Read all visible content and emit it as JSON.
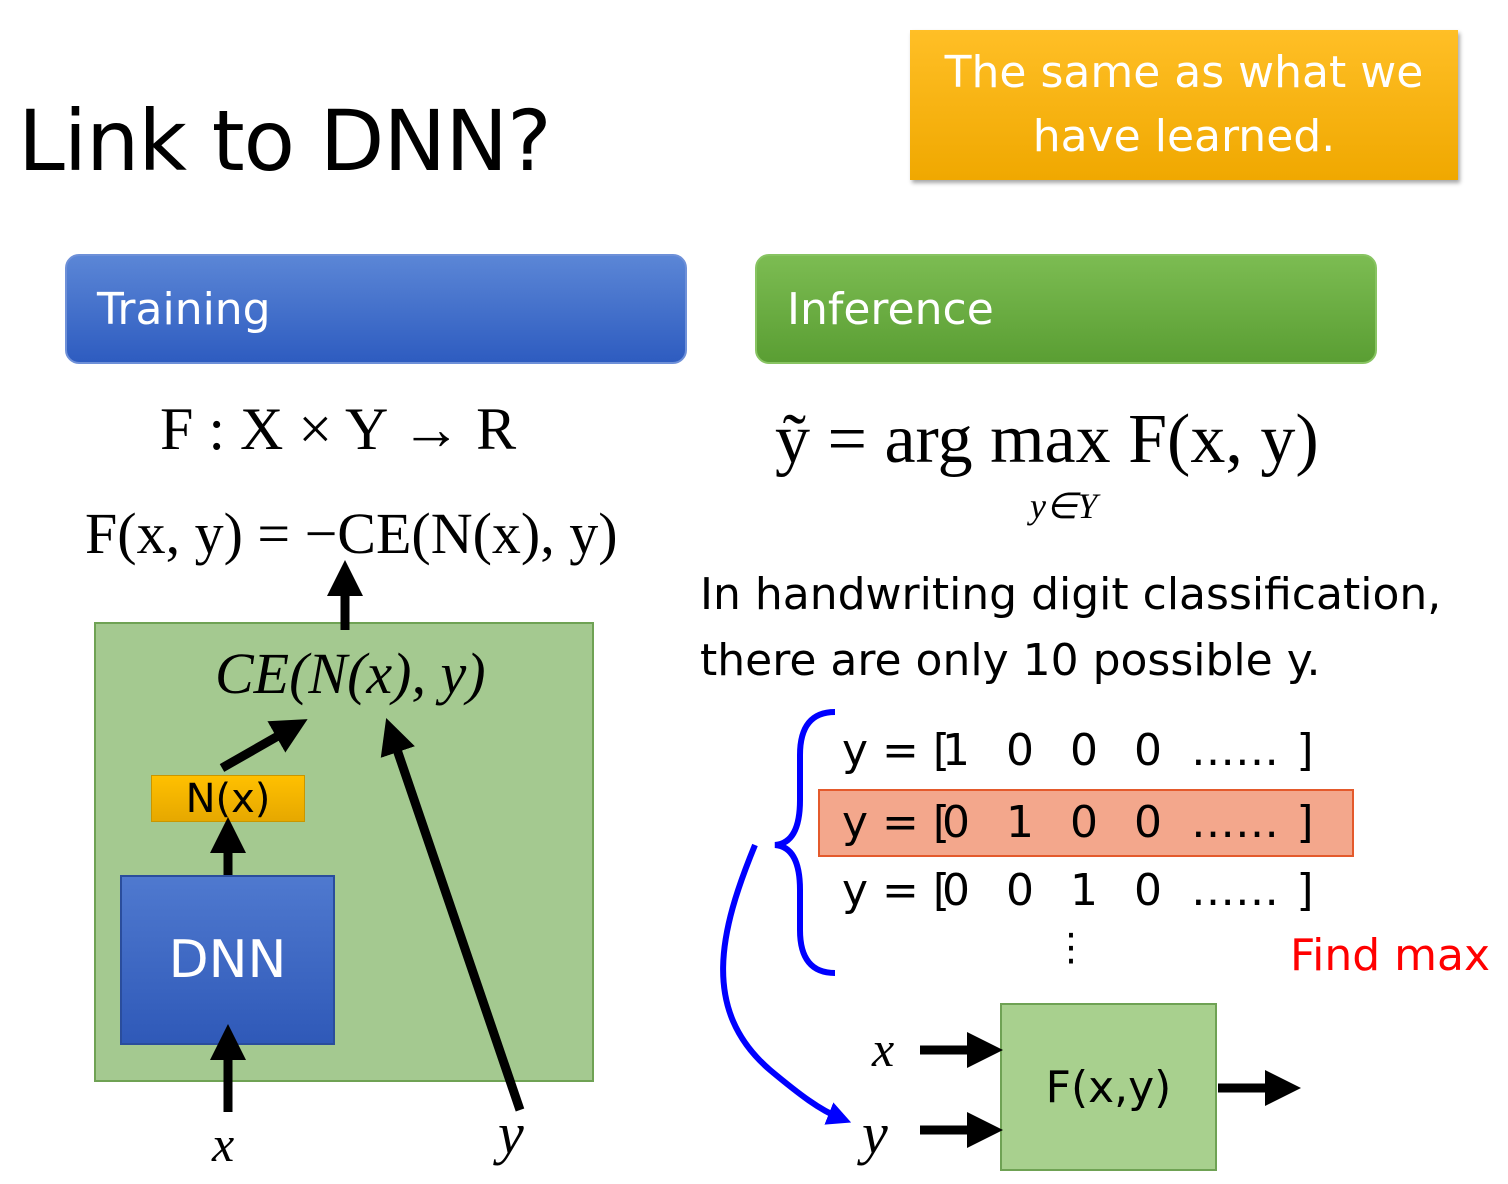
{
  "title": "Link to DNN?",
  "callout": {
    "line1": "The same as what we",
    "line2": "have learned."
  },
  "training": {
    "header": "Training",
    "eq1": "F : X × Y → R",
    "eq2": "F(x, y) = −CE(N(x), y)",
    "ce_label": "CE(N(x), y)",
    "nx_label": "N(x)",
    "dnn_label": "DNN",
    "x_label": "x",
    "y_label": "y"
  },
  "inference": {
    "header": "Inference",
    "eq": "ỹ = arg max F(x, y)",
    "eq_sub": "y∈Y",
    "desc_line1": "In handwriting digit classification,",
    "desc_line2": "there are only 10 possible y.",
    "rows": [
      {
        "prefix": "y = [",
        "vals": [
          "1",
          "0",
          "0",
          "0"
        ],
        "dots": "……",
        "suffix": "]"
      },
      {
        "prefix": "y = [",
        "vals": [
          "0",
          "1",
          "0",
          "0"
        ],
        "dots": "……",
        "suffix": "]"
      },
      {
        "prefix": "y = [",
        "vals": [
          "0",
          "0",
          "1",
          "0"
        ],
        "dots": "……",
        "suffix": "]"
      }
    ],
    "vdots": "⋮",
    "find_max": "Find max",
    "f_label": "F(x,y)",
    "x_label": "x",
    "y_label": "y"
  },
  "colors": {
    "training_header": "#3a66c8",
    "inference_header": "#6aae42",
    "callout": "#f7b400",
    "highlight_row": "#f3a78c",
    "find_max": "#ff0000",
    "brace": "#0000ff"
  }
}
